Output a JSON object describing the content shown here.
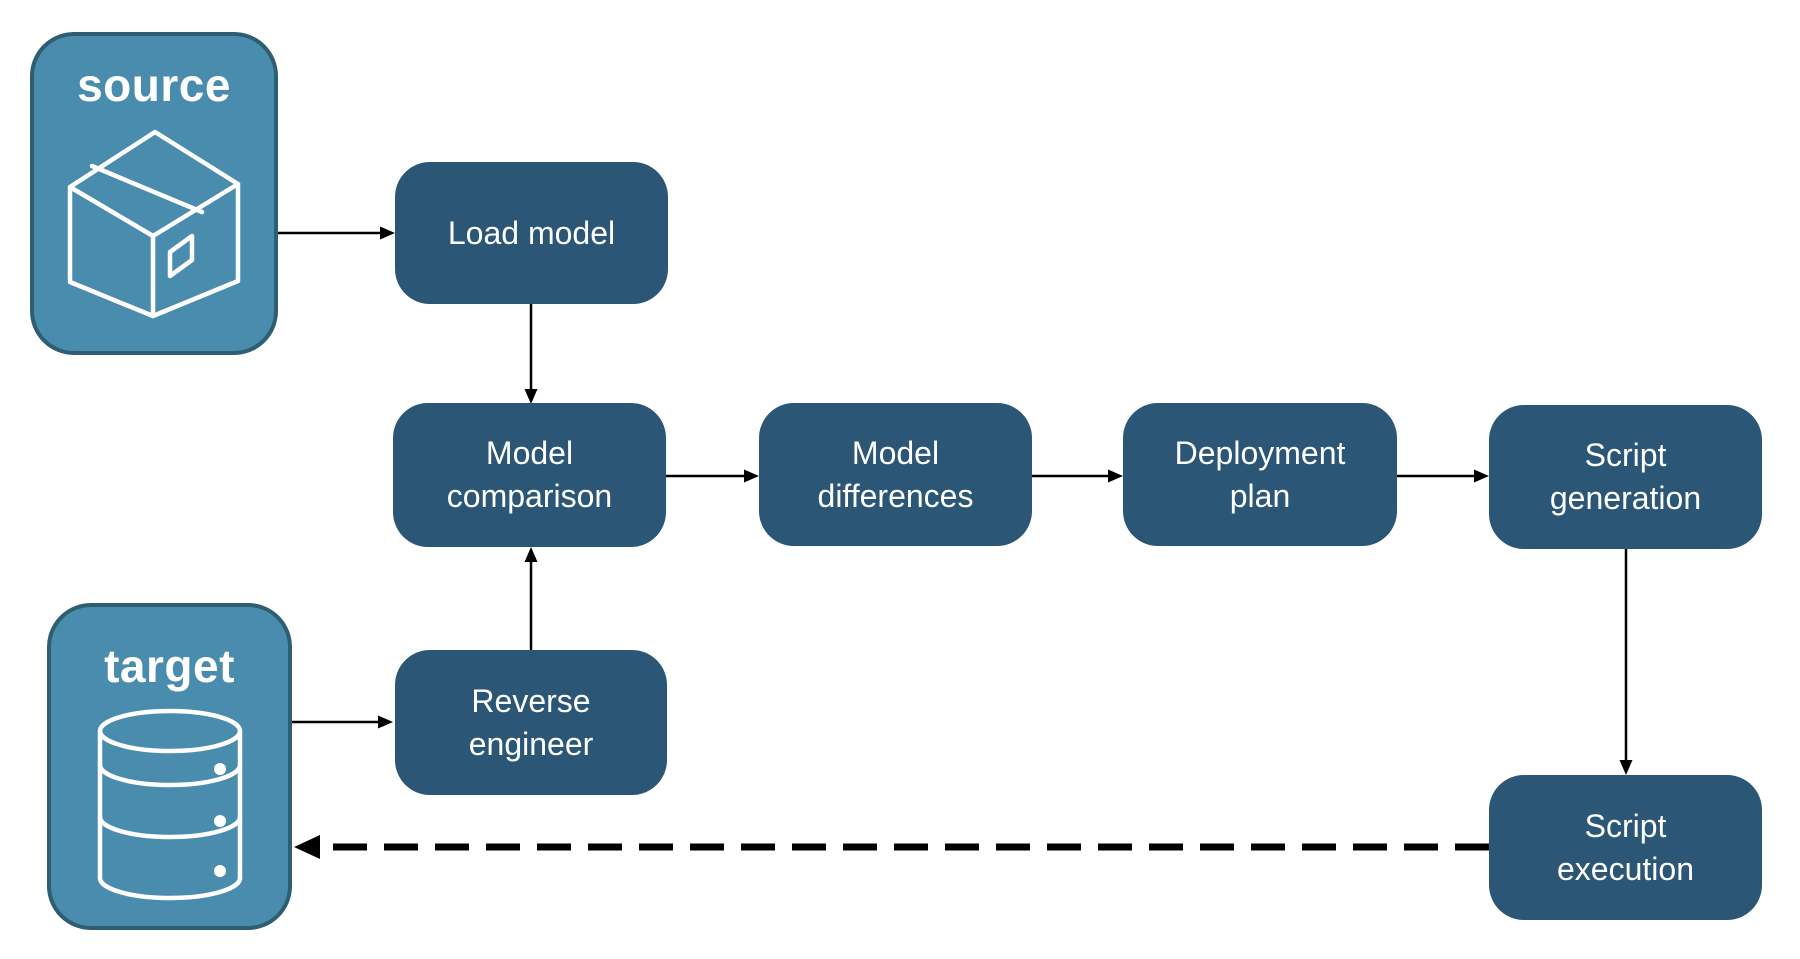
{
  "diagram": {
    "title": "database deployment pipeline diagram",
    "colors": {
      "node_fill": "#2b5675",
      "endpoint_fill": "#4a8cad",
      "endpoint_border": "#2f5d71",
      "arrow": "#000000",
      "text": "#ffffff"
    },
    "source": {
      "label": "source",
      "icon": "package-icon"
    },
    "target": {
      "label": "target",
      "icon": "database-icon"
    },
    "nodes": {
      "load_model": {
        "label": "Load model"
      },
      "model_comparison": {
        "label": "Model\ncomparison"
      },
      "model_differences": {
        "label": "Model\ndifferences"
      },
      "deployment_plan": {
        "label": "Deployment\nplan"
      },
      "script_generation": {
        "label": "Script\ngeneration"
      },
      "reverse_engineer": {
        "label": "Reverse\nengineer"
      },
      "script_execution": {
        "label": "Script\nexecution"
      }
    },
    "edges": [
      {
        "from": "source",
        "to": "load_model",
        "style": "solid"
      },
      {
        "from": "load_model",
        "to": "model_comparison",
        "style": "solid"
      },
      {
        "from": "model_comparison",
        "to": "model_differences",
        "style": "solid"
      },
      {
        "from": "model_differences",
        "to": "deployment_plan",
        "style": "solid"
      },
      {
        "from": "deployment_plan",
        "to": "script_generation",
        "style": "solid"
      },
      {
        "from": "script_generation",
        "to": "script_execution",
        "style": "solid"
      },
      {
        "from": "target",
        "to": "reverse_engineer",
        "style": "solid"
      },
      {
        "from": "reverse_engineer",
        "to": "model_comparison",
        "style": "solid"
      },
      {
        "from": "script_execution",
        "to": "target",
        "style": "dashed"
      }
    ]
  }
}
